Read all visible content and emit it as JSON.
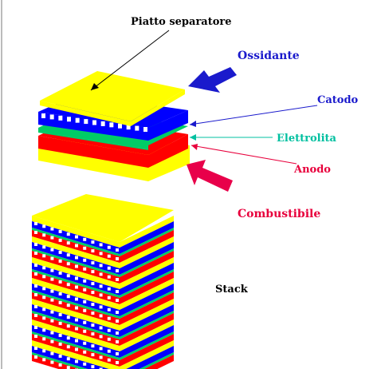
{
  "labels": {
    "separator": "Piatto separatore",
    "oxidant": "Ossidante",
    "cathode": "Catodo",
    "electrolyte": "Elettrolita",
    "anode": "Anodo",
    "fuel": "Combustibile",
    "stack": "Stack"
  },
  "colors": {
    "separator": "#ffff00",
    "cathode": "#0000ff",
    "electrolyte": "#00cc66",
    "anode": "#ff0000",
    "oxidant_text": "#1a1acc",
    "electrolyte_text": "#00c0a0",
    "anode_text": "#e8003c",
    "fuel_text": "#e8003c",
    "oxidant_arrow": "#1a1acc",
    "fuel_arrow": "#e8004a"
  }
}
